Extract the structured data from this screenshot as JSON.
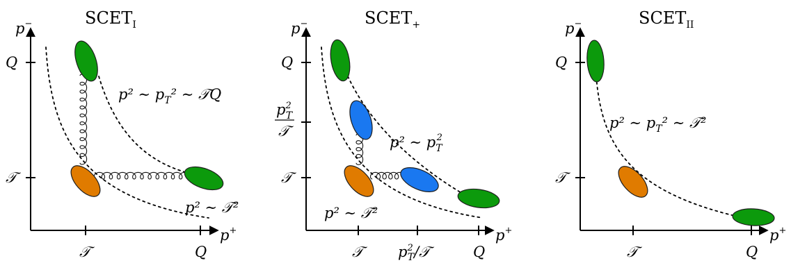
{
  "colors": {
    "green": "#0c9a0c",
    "orange": "#e07b00",
    "blue": "#1a78f0"
  },
  "icons": {
    "gluon": "gluon-line-icon",
    "ellipse": "momentum-region-ellipse"
  },
  "panels": [
    {
      "title_main": "SCET",
      "title_sub": "I",
      "y_axis_label": "p",
      "y_axis_sup": "−",
      "x_axis_label": "p",
      "x_axis_sup": "+",
      "y_ticks": {
        "Q": "Q",
        "T": "𝒯"
      },
      "x_ticks": {
        "T": "𝒯",
        "Q": "Q"
      },
      "hard_label": "p² ∼ p",
      "hard_label_sub": "T",
      "hard_label_tail": "² ∼ 𝒯Q",
      "soft_label": "p² ∼ 𝒯²"
    },
    {
      "title_main": "SCET",
      "title_sub": "+",
      "y_axis_label": "p",
      "y_axis_sup": "−",
      "x_axis_label": "p",
      "x_axis_sup": "+",
      "y_ticks": {
        "Q": "Q",
        "pT_num": "p",
        "pT_num_sup": "2",
        "pT_num_sub": "T",
        "pT_den": "𝒯",
        "T": "𝒯"
      },
      "x_ticks": {
        "T": "𝒯",
        "pT_a": "p",
        "pT_sup": "2",
        "pT_sub": "T",
        "pT_b": "/𝒯",
        "Q": "Q"
      },
      "mid_label": "p² ∼ p",
      "mid_label_sub": "T",
      "mid_label_sup": "2",
      "soft_label": "p² ∼ 𝒯²"
    },
    {
      "title_main": "SCET",
      "title_sub": "II",
      "y_axis_label": "p",
      "y_axis_sup": "−",
      "x_axis_label": "p",
      "x_axis_sup": "+",
      "y_ticks": {
        "Q": "Q",
        "T": "𝒯"
      },
      "x_ticks": {
        "T": "𝒯",
        "Q": "Q"
      },
      "hard_label": "p² ∼ p",
      "hard_label_sub": "T",
      "hard_label_tail": "² ∼ 𝒯²"
    }
  ]
}
